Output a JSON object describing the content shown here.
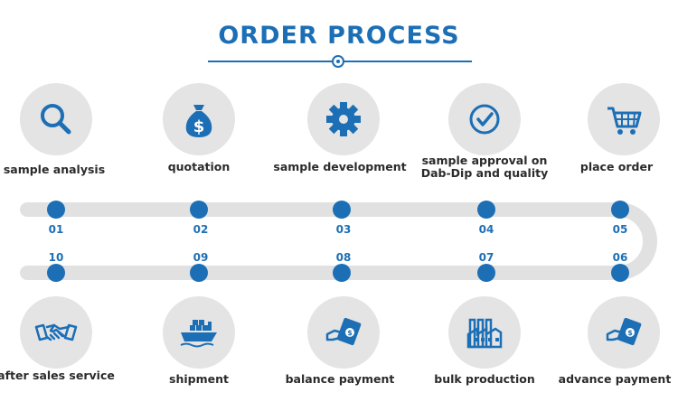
{
  "header": {
    "title": "ORDER PROCESS"
  },
  "steps": [
    {
      "num": "01",
      "label": "sample analysis",
      "icon": "magnifier-icon"
    },
    {
      "num": "02",
      "label": "quotation",
      "icon": "money-bag-icon"
    },
    {
      "num": "03",
      "label": "sample development",
      "icon": "gear-icon"
    },
    {
      "num": "04",
      "label": "sample approval on Dab-Dip and quality",
      "icon": "checkmark-icon"
    },
    {
      "num": "05",
      "label": "place order",
      "icon": "shopping-cart-icon"
    },
    {
      "num": "06",
      "label": "advance payment",
      "icon": "payment-card-icon"
    },
    {
      "num": "07",
      "label": "bulk production",
      "icon": "factory-icon"
    },
    {
      "num": "08",
      "label": "balance payment",
      "icon": "payment-card-icon"
    },
    {
      "num": "09",
      "label": "shipment",
      "icon": "ship-icon"
    },
    {
      "num": "10",
      "label": "after sales service",
      "icon": "handshake-icon"
    }
  ],
  "colors": {
    "accent": "#1d6fb5",
    "track": "#e1e1e1",
    "icon_bg": "#e4e4e4"
  }
}
